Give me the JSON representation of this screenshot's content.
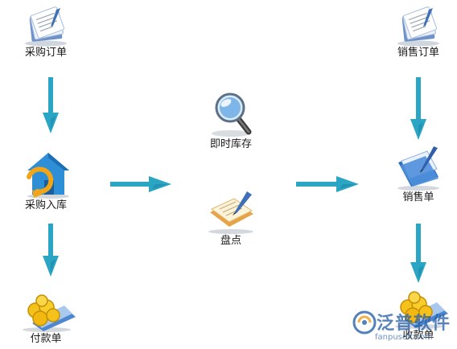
{
  "nodes": {
    "purchase_order": "采购订单",
    "sales_order": "销售订单",
    "realtime_inventory": "即时库存",
    "purchase_inbound": "采购入库",
    "sales_slip": "销售单",
    "stock_count": "盘点",
    "payment_slip": "付款单",
    "receipt_slip": "收款单"
  },
  "watermark": {
    "brand": "泛普软件",
    "url": "fanpusoft.com"
  },
  "colors": {
    "arrow": "#2aa6c4",
    "arrow_dark": "#1b7fa1",
    "brand": "#2a62a8"
  },
  "icons": {
    "purchase_order": "document-stack-icon",
    "sales_order": "document-stack-icon",
    "realtime_inventory": "magnifier-icon",
    "purchase_inbound": "house-refresh-icon",
    "sales_slip": "folder-pen-icon",
    "stock_count": "notepad-pen-icon",
    "payment_slip": "gold-coins-icon",
    "receipt_slip": "gold-coins-icon"
  }
}
